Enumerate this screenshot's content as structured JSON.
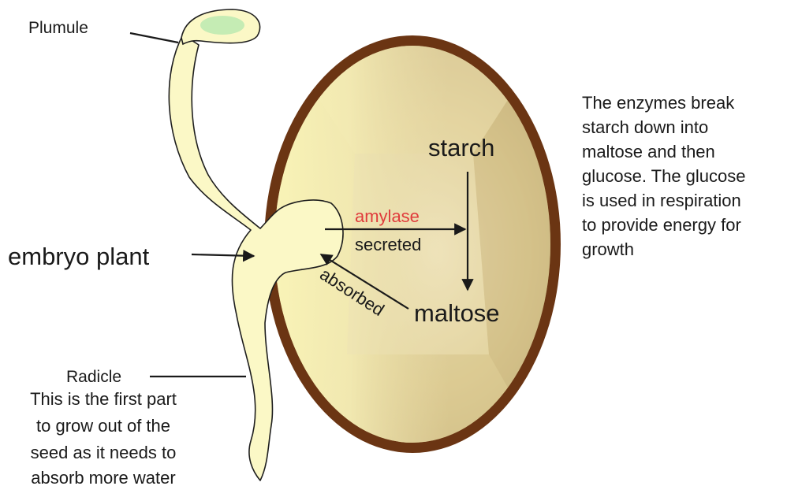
{
  "labels": {
    "plumule": "Plumule",
    "embryo_plant": "embryo plant",
    "starch": "starch",
    "maltose": "maltose",
    "amylase": "amylase",
    "secreted": "secreted",
    "absorbed": "absorbed",
    "radicle": "Radicle"
  },
  "radicle_note": [
    "This is the first part",
    "to grow out of the",
    "seed as it needs to",
    "absorb more water"
  ],
  "enzyme_note": [
    "The enzymes break",
    "starch down into",
    "maltose and then",
    "glucose. The glucose",
    "is used in respiration",
    "to provide energy for",
    "growth"
  ],
  "colors": {
    "seed_coat": "#6b3513",
    "endosperm_light": "#f8f2b4",
    "endosperm_dark": "#c9b583",
    "seedling": "#fbf8c6",
    "plumule_leaf": "#c5ecb4",
    "amylase_text": "#e03c3c"
  }
}
